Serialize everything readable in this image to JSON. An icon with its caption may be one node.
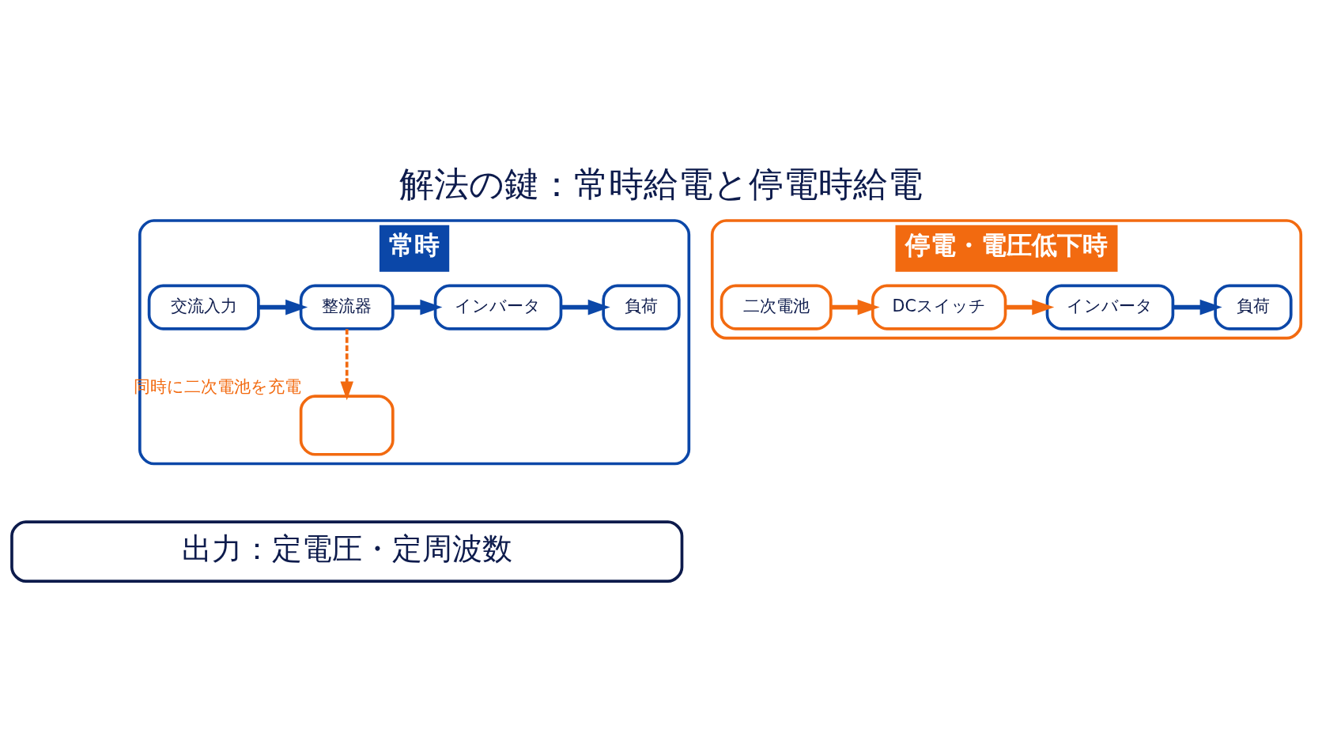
{
  "diagram": {
    "title": "解法の鍵：常時給電と停電時給電",
    "nodes": [
      {
        "text": [
          "常時"
        ]
      },
      {
        "text": [
          "交流入力"
        ],
        "in": 0
      },
      {
        "text": [
          "整流器"
        ],
        "in": 0
      },
      {
        "text": [
          "インバータ"
        ],
        "in": 0
      },
      {
        "text": [
          "負荷"
        ],
        "in": 0
      },
      {
        "text": [],
        "shape": "box",
        "in": 0,
        "beside": [
          "同時に二次電池を充電"
        ]
      },
      {
        "text": [
          "停電・電圧低下時"
        ]
      },
      {
        "text": [
          "二次電池"
        ],
        "in": 6
      },
      {
        "text": [
          "DCスイッチ"
        ],
        "in": 6
      },
      {
        "text": [
          "インバータ"
        ],
        "in": 6
      },
      {
        "text": [
          "負荷"
        ],
        "in": 6
      },
      {
        "text": [
          "出力：定電圧・定周波数"
        ]
      }
    ],
    "edges": [
      {
        "from": 1,
        "to": 2,
        "arrow": "to"
      },
      {
        "from": 2,
        "to": 3,
        "arrow": "to"
      },
      {
        "from": 3,
        "to": 4,
        "arrow": "to"
      },
      {
        "from": 2,
        "to": 5,
        "arrow": "to",
        "style": "dashed",
        "color": "#f26a10"
      },
      {
        "from": 7,
        "to": 8,
        "arrow": "to",
        "color": "#f26a10"
      },
      {
        "from": 8,
        "to": 9,
        "arrow": "to",
        "color": "#f26a10"
      },
      {
        "from": 9,
        "to": 10,
        "arrow": "to"
      }
    ]
  }
}
